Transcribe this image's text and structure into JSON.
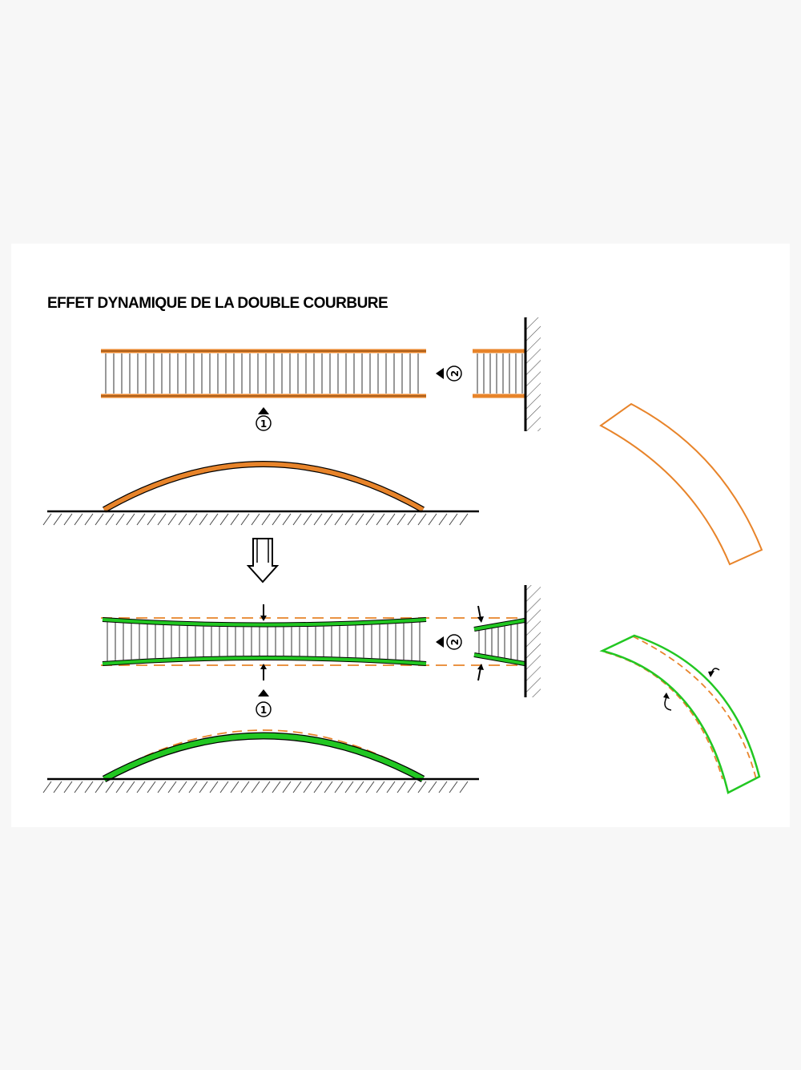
{
  "title": "EFFET DYNAMIQUE DE LA DOUBLE COURBURE",
  "markers": {
    "one": "1",
    "two": "2"
  },
  "colors": {
    "orange": "#e8842a",
    "green": "#22c722",
    "hatch": "#555555",
    "black": "#000000"
  },
  "icons": [
    "down-arrow-icon",
    "rotation-arrow-icon",
    "pointer-triangle-icon",
    "force-arrow-icon"
  ]
}
